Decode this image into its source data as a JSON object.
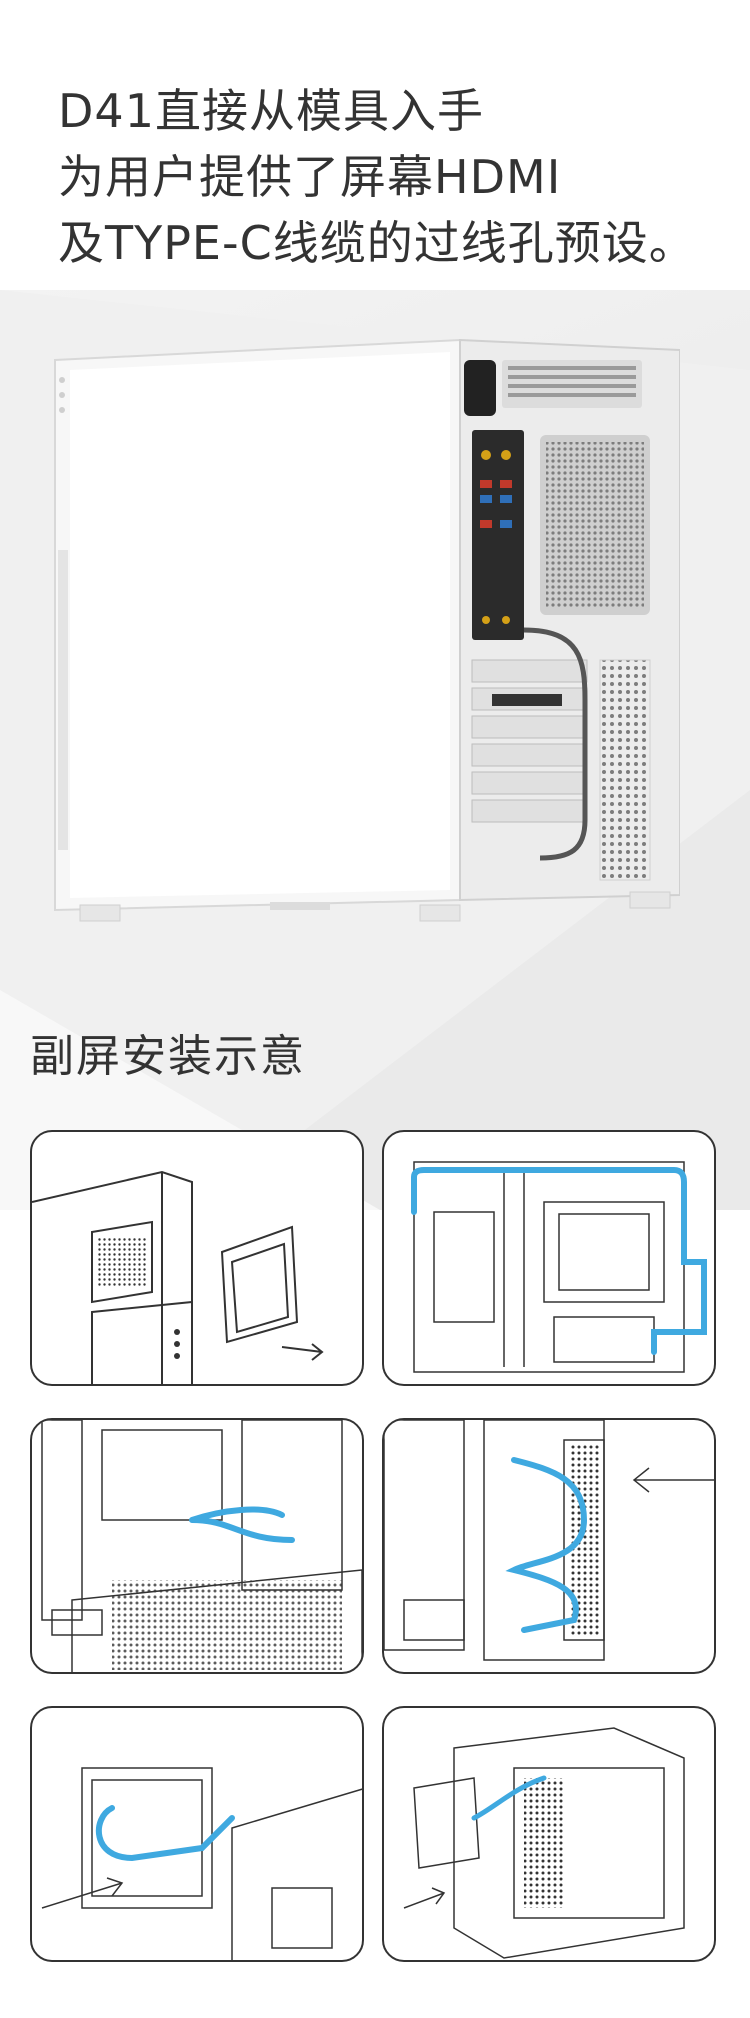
{
  "headline": {
    "line1": "D41直接从模具入手",
    "line2": "为用户提供了屏幕HDMI",
    "line3": "及TYPE-C线缆的过线孔预设。"
  },
  "section": {
    "title": "副屏安装示意"
  },
  "colors": {
    "text": "#333333",
    "cable_blue": "#3fa9e0",
    "case_white": "#f4f4f4",
    "line_art": "#333333"
  },
  "icons": [
    "pc-case-illustration",
    "install-step-diagram"
  ]
}
